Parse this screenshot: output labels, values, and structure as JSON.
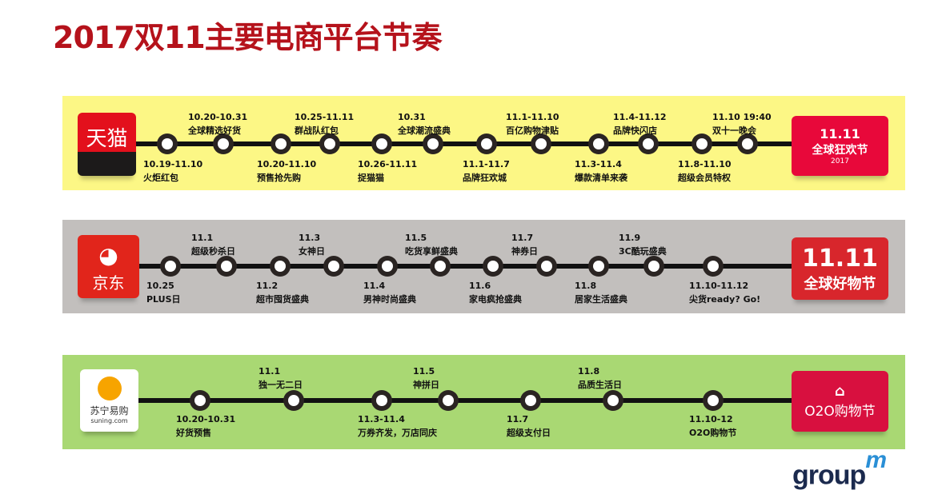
{
  "title": "2017双11主要电商平台节奏",
  "colors": {
    "title": "#b5121b",
    "tmall_band": "#fcf785",
    "jd_band": "#c2bfbd",
    "suning_band": "#a9d873"
  },
  "tmall": {
    "logo_text": "天猫",
    "badge": {
      "top": "11.11",
      "main": "全球狂欢节",
      "year": "2017"
    },
    "events": [
      {
        "date": "10.19-11.10",
        "name": "火炬红包",
        "pos": "below"
      },
      {
        "date": "10.20-10.31",
        "name": "全球精选好货",
        "pos": "above"
      },
      {
        "date": "10.20-11.10",
        "name": "预售抢先购",
        "pos": "below"
      },
      {
        "date": "10.25-11.11",
        "name": "群战队红包",
        "pos": "above"
      },
      {
        "date": "10.26-11.11",
        "name": "捉猫猫",
        "pos": "below"
      },
      {
        "date": "10.31",
        "name": "全球潮流盛典",
        "pos": "above"
      },
      {
        "date": "11.1-11.7",
        "name": "品牌狂欢城",
        "pos": "below"
      },
      {
        "date": "11.1-11.10",
        "name": "百亿购物津贴",
        "pos": "above"
      },
      {
        "date": "11.3-11.4",
        "name": "爆款清单来袭",
        "pos": "below"
      },
      {
        "date": "11.4-11.12",
        "name": "品牌快闪店",
        "pos": "above"
      },
      {
        "date": "11.8-11.10",
        "name": "超级会员特权",
        "pos": "below"
      },
      {
        "date": "11.10  19:40",
        "name": "双十一晚会",
        "pos": "above"
      }
    ]
  },
  "jd": {
    "logo_text": "京东",
    "badge": {
      "top": "11.11",
      "main": "全球好物节"
    },
    "events": [
      {
        "date": "10.25",
        "name": "PLUS日",
        "pos": "below"
      },
      {
        "date": "11.1",
        "name": "超级秒杀日",
        "pos": "above"
      },
      {
        "date": "11.2",
        "name": "超市囤货盛典",
        "pos": "below"
      },
      {
        "date": "11.3",
        "name": "女神日",
        "pos": "above"
      },
      {
        "date": "11.4",
        "name": "男神时尚盛典",
        "pos": "below"
      },
      {
        "date": "11.5",
        "name": "吃货享鲜盛典",
        "pos": "above"
      },
      {
        "date": "11.6",
        "name": "家电疯抢盛典",
        "pos": "below"
      },
      {
        "date": "11.7",
        "name": "神券日",
        "pos": "above"
      },
      {
        "date": "11.8",
        "name": "居家生活盛典",
        "pos": "below"
      },
      {
        "date": "11.9",
        "name": "3C酷玩盛典",
        "pos": "above"
      },
      {
        "date": "11.10-11.12",
        "name": "尖货ready? Go!",
        "pos": "below"
      }
    ]
  },
  "suning": {
    "logo_text": "苏宁易购",
    "logo_sub": "suning.com",
    "badge": {
      "main": "O2O购物节"
    },
    "events": [
      {
        "date": "10.20-10.31",
        "name": "好货预售",
        "pos": "below"
      },
      {
        "date": "11.1",
        "name": "独一无二日",
        "pos": "above"
      },
      {
        "date": "11.3-11.4",
        "name": "万券齐发，万店同庆",
        "pos": "below"
      },
      {
        "date": "11.5",
        "name": "神拼日",
        "pos": "above"
      },
      {
        "date": "11.7",
        "name": "超级支付日",
        "pos": "below"
      },
      {
        "date": "11.8",
        "name": "品质生活日",
        "pos": "above"
      },
      {
        "date": "11.10-12",
        "name": "O2O购物节",
        "pos": "below"
      }
    ]
  },
  "brand": {
    "name": "group",
    "mark": "m"
  }
}
